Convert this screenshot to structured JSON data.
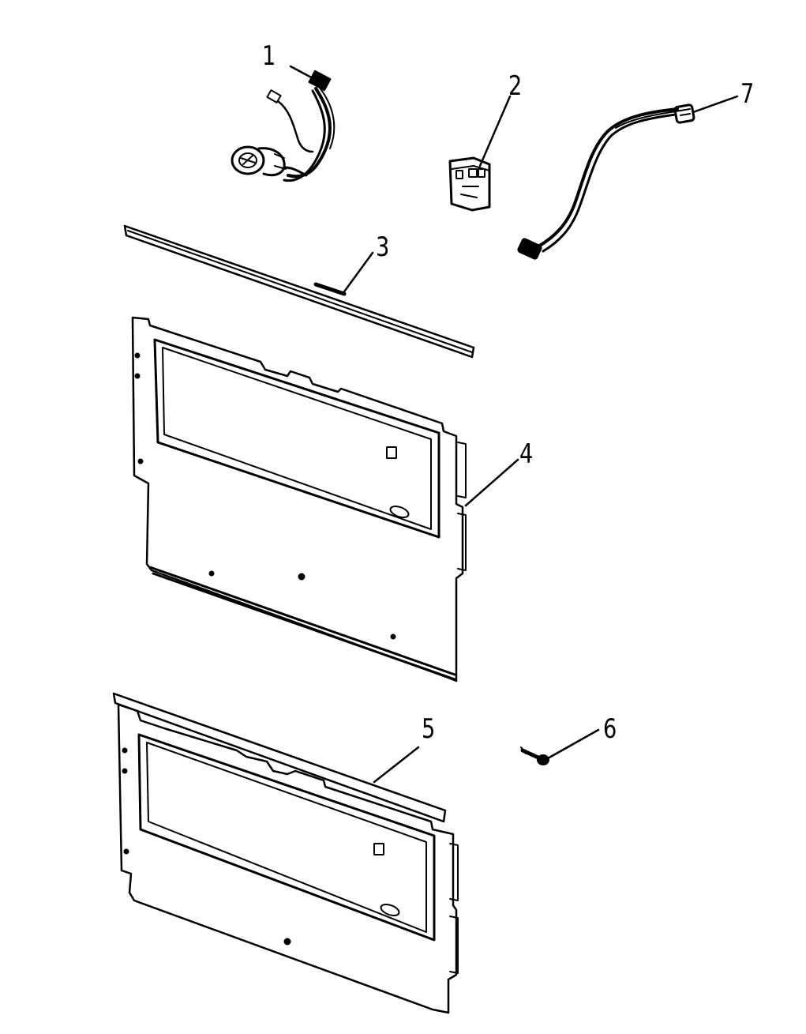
{
  "diagram": {
    "style": {
      "line_color": "#000000",
      "background": "#ffffff"
    },
    "parts": [
      {
        "number": "1",
        "name": "wire-harness-with-connector"
      },
      {
        "number": "2",
        "name": "switch-block"
      },
      {
        "number": "3",
        "name": "trim-strip"
      },
      {
        "number": "4",
        "name": "inner-door-panel"
      },
      {
        "number": "5",
        "name": "outer-door-panel"
      },
      {
        "number": "6",
        "name": "screw"
      },
      {
        "number": "7",
        "name": "cable-harness"
      }
    ]
  }
}
